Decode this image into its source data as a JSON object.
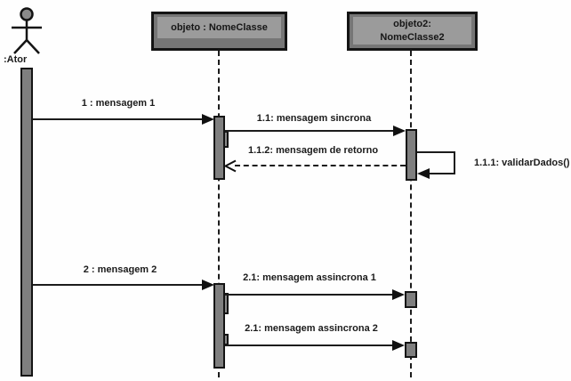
{
  "diagram": {
    "type": "uml-sequence",
    "actor": {
      "label": ":Ator"
    },
    "objects": [
      {
        "name": "objeto : NomeClasse"
      },
      {
        "line1": "objeto2:",
        "line2": "NomeClasse2"
      }
    ],
    "messages": [
      {
        "label": "1 : mensagem 1",
        "type": "sync"
      },
      {
        "label": "1.1: mensagem sincrona",
        "type": "sync"
      },
      {
        "label": "1.1.1: validarDados()",
        "type": "self-call"
      },
      {
        "label": "1.1.2: mensagem de retorno",
        "type": "return"
      },
      {
        "label": "2 : mensagem 2",
        "type": "sync"
      },
      {
        "label": "2.1: mensagem assincrona 1",
        "type": "async"
      },
      {
        "label": "2.1: mensagem assincrona 2",
        "type": "async"
      }
    ],
    "colors": {
      "line": "#1c1c1c",
      "box_fill": "#767676",
      "box_inner": "#9b9b9b",
      "bar_fill": "#7f7f7f",
      "background": "#ffffff"
    }
  }
}
